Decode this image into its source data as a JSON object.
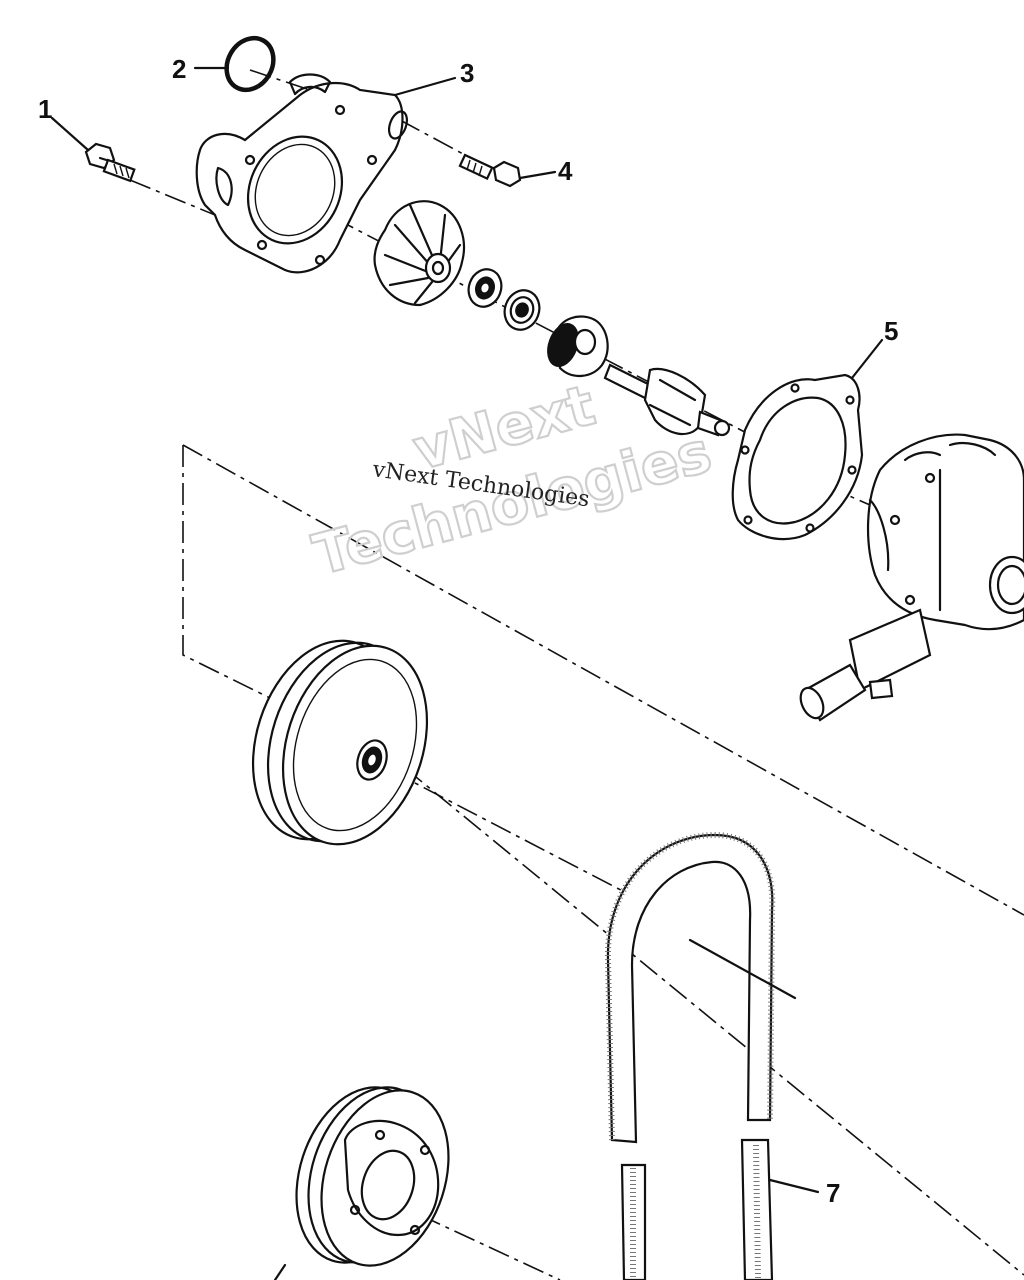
{
  "diagram": {
    "callouts": [
      {
        "id": "1",
        "label": "1"
      },
      {
        "id": "2",
        "label": "2"
      },
      {
        "id": "3",
        "label": "3"
      },
      {
        "id": "4",
        "label": "4"
      },
      {
        "id": "5",
        "label": "5"
      },
      {
        "id": "7",
        "label": "7"
      }
    ],
    "watermark": {
      "line_small": "vNext Technologies",
      "line_big_1": "vNext",
      "line_big_2": "Technologies"
    },
    "colors": {
      "ink": "#111111",
      "watermark": "#cfcfcf",
      "background": "#ffffff"
    }
  }
}
